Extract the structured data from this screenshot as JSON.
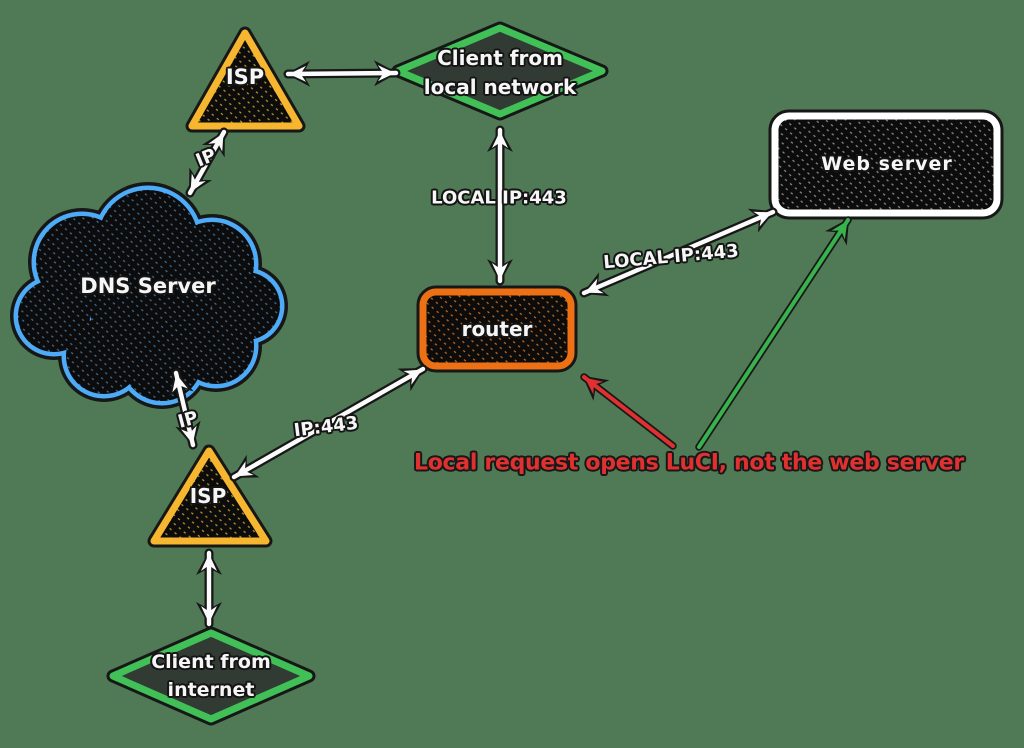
{
  "canvas": {
    "background": "#4f7a55"
  },
  "nodes": {
    "isp_top": {
      "label": "ISP",
      "border_color": "#f6b62f"
    },
    "client_local": {
      "line1": "Client from",
      "line2": "local network",
      "border_color": "#40c057"
    },
    "web_server": {
      "label": "Web server",
      "border_color": "#ffffff"
    },
    "dns_server": {
      "label": "DNS Server",
      "border_color": "#4dabf7"
    },
    "router": {
      "label": "router",
      "border_color": "#ed7014"
    },
    "isp_bottom": {
      "label": "ISP",
      "border_color": "#f6b62f"
    },
    "client_internet": {
      "line1": "Client from",
      "line2": "internet",
      "border_color": "#40c057"
    }
  },
  "edge_labels": {
    "isp_top_dns": "IP",
    "client_local_router": "LOCAL IP:443",
    "router_web_server": "LOCAL IP:443",
    "dns_isp_bottom": "IP",
    "router_isp_bottom": "IP:443"
  },
  "annotation": {
    "text": "Local request opens LuCI, not the web server",
    "color": "#e03131",
    "arrow_to_router_color": "#e03131",
    "arrow_to_web_server_color": "#37b24d"
  },
  "arrows": {
    "white": "#fbfbfb",
    "red": "#e03131",
    "green": "#37b24d"
  }
}
